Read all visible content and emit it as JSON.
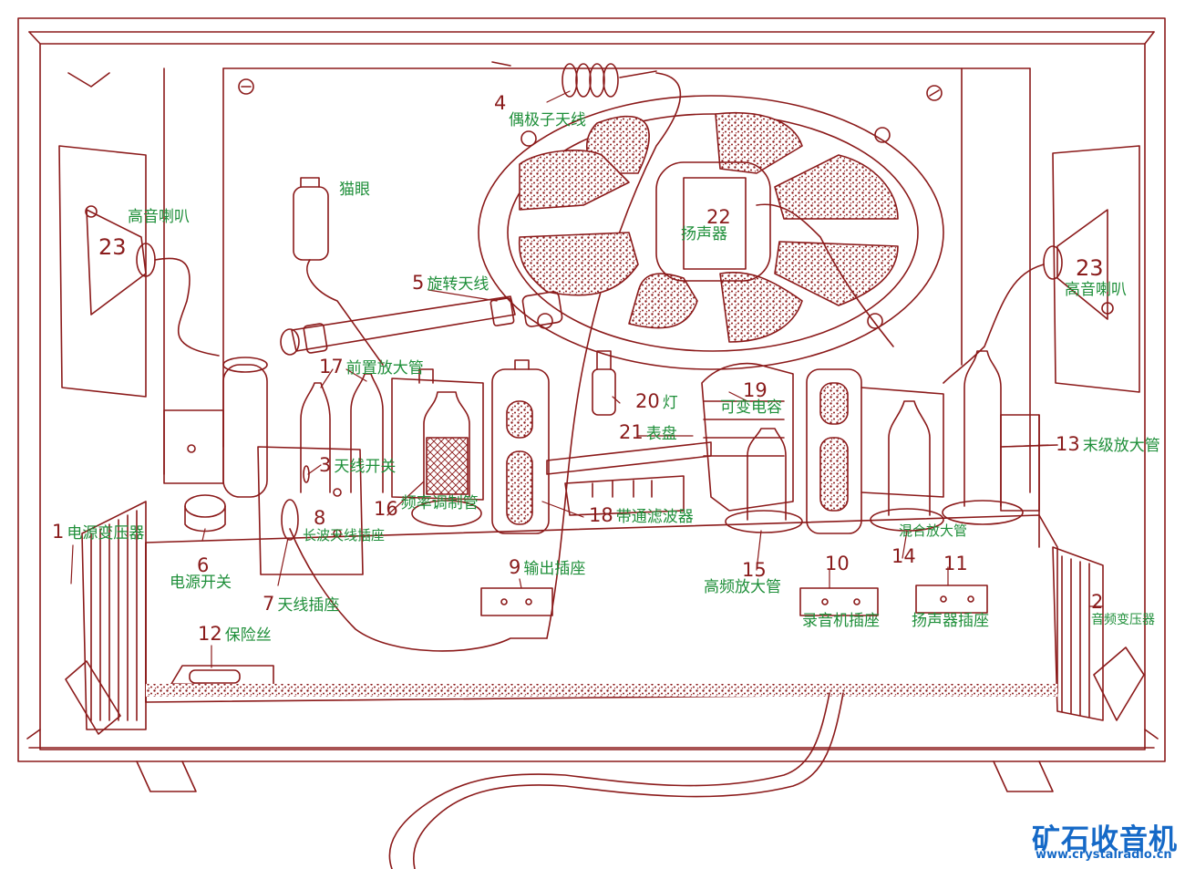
{
  "palette": {
    "line": "#8b1a1a",
    "label": "#1f8f3a",
    "number": "#8a1c1c",
    "watermark": "#1569c7"
  },
  "labels": {
    "l1": {
      "num": "1",
      "text": "电源变压器"
    },
    "l2": {
      "num": "2",
      "text": "音频变压器"
    },
    "l3": {
      "num": "3",
      "text": "天线开关"
    },
    "l4": {
      "num": "4",
      "text": "偶极子天线"
    },
    "l5": {
      "num": "5",
      "text": "旋转天线"
    },
    "l6": {
      "num": "6",
      "text": "电源开关"
    },
    "l7": {
      "num": "7",
      "text": "天线插座"
    },
    "l8": {
      "num": "8",
      "text": "长波天线插座"
    },
    "l9": {
      "num": "9",
      "text": "输出插座"
    },
    "l10": {
      "num": "10",
      "text": "录音机插座"
    },
    "l11": {
      "num": "11",
      "text": "扬声器插座"
    },
    "l12": {
      "num": "12",
      "text": "保险丝"
    },
    "l13": {
      "num": "13",
      "text": "末级放大管"
    },
    "l14": {
      "num": "14",
      "text": "混合放大管"
    },
    "l15": {
      "num": "15",
      "text": "高频放大管"
    },
    "l16": {
      "num": "16",
      "text": "频率调制管"
    },
    "l17": {
      "num": "17",
      "text": "前置放大管"
    },
    "l18": {
      "num": "18",
      "text": "带通滤波器"
    },
    "l19": {
      "num": "19",
      "text": "可变电容"
    },
    "l20": {
      "num": "20",
      "text": "灯"
    },
    "l21": {
      "num": "21",
      "text": "表盘"
    },
    "l22": {
      "num": "22",
      "text": "扬声器"
    },
    "l23a": {
      "num": "23",
      "text": "高音喇叭"
    },
    "l23b": {
      "num": "23",
      "text": "高音喇叭"
    },
    "eye": {
      "text": "猫眼"
    }
  },
  "watermark": {
    "title": "矿石收音机",
    "url": "www.crystalradio.cn"
  }
}
